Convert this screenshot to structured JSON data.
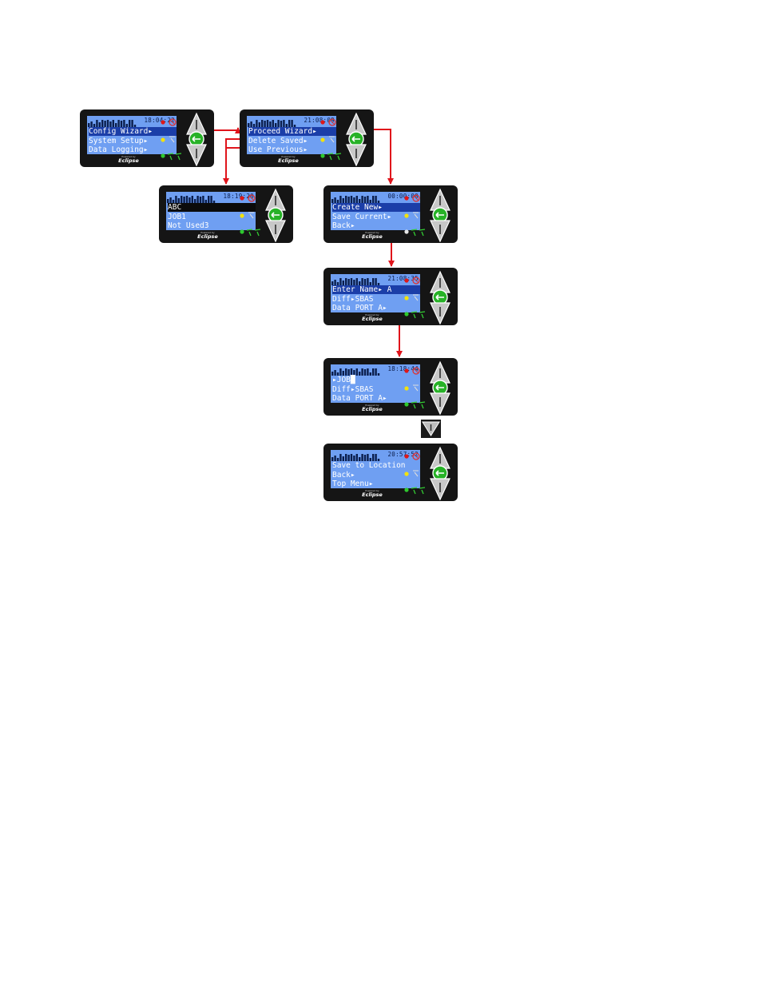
{
  "screens": [
    {
      "id": "main-menu",
      "clock": "18:04:22",
      "rows": [
        {
          "text": "Config Wizard▸",
          "style": "sel"
        },
        {
          "text": "System Setup▸",
          "style": ""
        },
        {
          "text": "Data Logging▸",
          "style": ""
        }
      ]
    },
    {
      "id": "config-wizard",
      "clock": "21:08:09",
      "rows": [
        {
          "text": "Proceed Wizard▸",
          "style": "sel"
        },
        {
          "text": "Delete Saved▸",
          "style": ""
        },
        {
          "text": "Use Previous▸",
          "style": ""
        }
      ]
    },
    {
      "id": "saved-configs",
      "clock": "18:19:20",
      "rows": [
        {
          "text": "ABC",
          "style": "inv"
        },
        {
          "text": "JOB1",
          "style": ""
        },
        {
          "text": "Not Used3",
          "style": ""
        }
      ]
    },
    {
      "id": "proceed-wizard",
      "clock": "00:00:00",
      "rows": [
        {
          "text": "Create New▸",
          "style": "sel"
        },
        {
          "text": "Save Current▸",
          "style": ""
        },
        {
          "text": "Back▸",
          "style": ""
        }
      ]
    },
    {
      "id": "create-new",
      "clock": "21:08:35",
      "rows": [
        {
          "text": "Enter Name▸ A",
          "style": "sel"
        },
        {
          "text": "Diff▸SBAS",
          "style": ""
        },
        {
          "text": "Data PORT A▸",
          "style": ""
        }
      ]
    },
    {
      "id": "enter-name",
      "clock": "18:18:44",
      "rows": [
        {
          "text": "▸JOB█",
          "style": ""
        },
        {
          "text": "Diff▸SBAS",
          "style": ""
        },
        {
          "text": "Data PORT A▸",
          "style": ""
        }
      ]
    },
    {
      "id": "save-location",
      "clock": "20:57:52",
      "rows": [
        {
          "text": "Save to Location",
          "style": ""
        },
        {
          "text": "Back▸",
          "style": ""
        },
        {
          "text": "Top Menu▸",
          "style": ""
        }
      ]
    }
  ],
  "brand": {
    "small": "Powered by",
    "name": "Eclipse"
  },
  "colors": {
    "lcd": "#6f9ff2",
    "flow_arrow": "#e0141b",
    "led_red": "#e01818",
    "led_yellow": "#f2e20e",
    "led_green": "#2ec92e",
    "led_white": "#e6e6e6",
    "enter_key": "#27b227"
  },
  "icons": [
    "up-arrow-icon",
    "enter-arrow-icon",
    "down-arrow-icon",
    "satellite-icon",
    "differential-icon",
    "dgps-icon"
  ]
}
